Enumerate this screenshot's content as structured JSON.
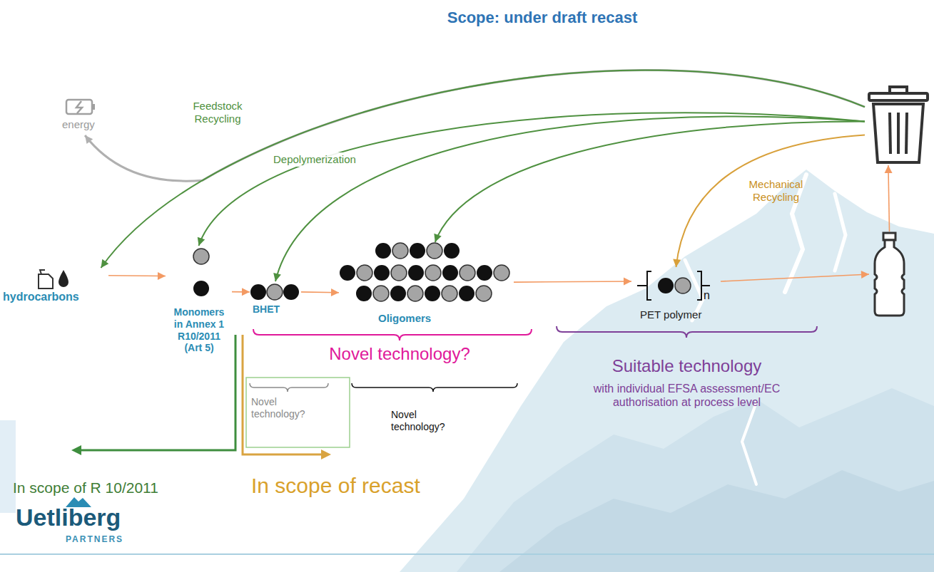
{
  "diagram": {
    "title": "Scope: under draft recast",
    "nodes": [
      {
        "text": [
          "energy"
        ]
      },
      {
        "text": [
          "hydrocarbons"
        ]
      },
      {
        "text": [
          "Monomers in Annex 1 R10/2011 (Art 5)"
        ]
      },
      {
        "text": [
          "BHET"
        ]
      },
      {
        "text": [
          "Oligomers"
        ]
      },
      {
        "text": [
          "n",
          "PET polymer"
        ]
      },
      {
        "text": []
      },
      {
        "text": []
      }
    ],
    "edges": [
      {
        "from": 1,
        "to": 2,
        "arrow": "to"
      },
      {
        "from": 2,
        "to": 3,
        "arrow": "to"
      },
      {
        "from": 3,
        "to": 4,
        "arrow": "to"
      },
      {
        "from": 4,
        "to": 5,
        "arrow": "to"
      },
      {
        "from": 5,
        "to": 6,
        "arrow": "to"
      },
      {
        "from": 6,
        "to": 7,
        "arrow": "to"
      },
      {
        "from": 7,
        "to": 1,
        "label": "Feedstock Recycling",
        "arrow": "to"
      },
      {
        "from": 7,
        "to": 0,
        "arrow": "to"
      },
      {
        "from": 7,
        "to": 2,
        "label": "Depolymerization",
        "arrow": "to"
      },
      {
        "from": 7,
        "to": 3,
        "arrow": "to"
      },
      {
        "from": 7,
        "to": 4,
        "arrow": "to"
      },
      {
        "from": 7,
        "to": 5,
        "label": "Mechanical Recycling",
        "arrow": "to"
      }
    ],
    "labels": [
      "Novel technology?",
      "Novel technology?",
      "Novel technology?",
      "Suitable technology",
      "with individual EFSA assessment/EC authorisation at process level",
      "In scope of R 10/2011",
      "In scope of recast",
      "Uetliberg",
      "PARTNERS"
    ]
  }
}
